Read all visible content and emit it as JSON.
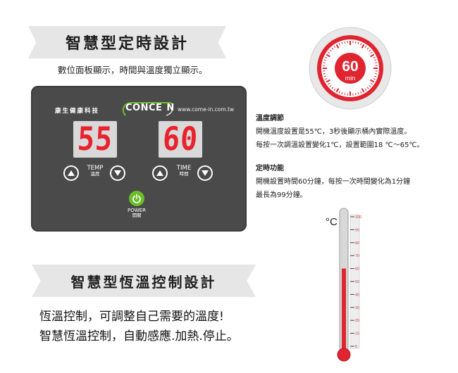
{
  "banner_top": {
    "title": "智慧型定時設計"
  },
  "subtitle": "數位面板顯示，時間與溫度獨立顯示。",
  "panel": {
    "brand_cn": "康生健康科技",
    "logo_text": "CONCE",
    "logo_tail": "N",
    "website": "www.come-in.com.tw",
    "temp_display": "55",
    "time_display": "60",
    "temp_label_en": "TEMP",
    "temp_label_cn": "溫度",
    "time_label_en": "TIME",
    "time_label_cn": "時間",
    "power_label_en": "POWER",
    "power_label_cn": "開關",
    "display_color": "#e8232d",
    "power_color": "#6cbd2b"
  },
  "timer": {
    "number": "60",
    "unit": "min",
    "accent": "#e02530"
  },
  "info": {
    "temp_heading": "溫度調節",
    "temp_line1": "開機溫度設置是55℃，3秒後顯示桶內實際溫度。",
    "temp_line2": "每按一次調溫設置變化1℃，設置範圍18 ℃～65℃。",
    "time_heading": "定時功能",
    "time_line1": "開機設置時間60分鐘，每按一次時間變化為1分鐘",
    "time_line2": "最長為99分鐘。"
  },
  "thermometer": {
    "unit": "°C",
    "ticks": [
      "100",
      "90",
      "80",
      "70",
      "60",
      "50",
      "40",
      "30",
      "20",
      "10",
      "0"
    ],
    "level": 0.6,
    "mercury_color": "#e02530"
  },
  "banner_bottom": {
    "title": "智慧型恆溫控制設計"
  },
  "bottom": {
    "line1": "恆溫控制，可調整自己需要的溫度!",
    "line2": "智慧恆溫控制，自動感應.加熱.停止。"
  }
}
